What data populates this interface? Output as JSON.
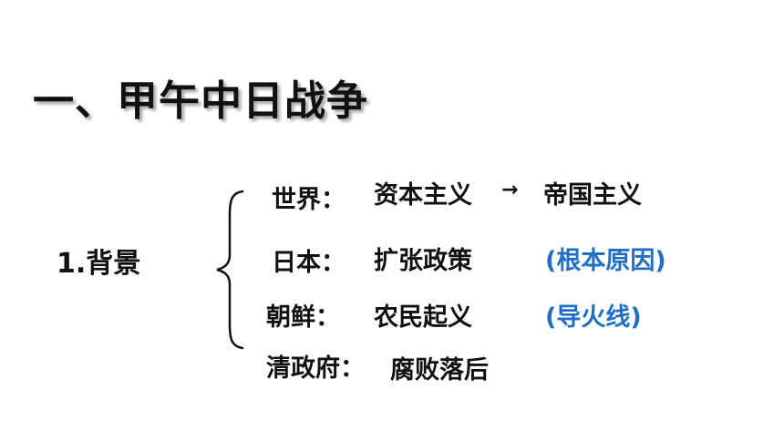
{
  "slide": {
    "title": "一、甲午中日战争",
    "section": {
      "label": "1.背景",
      "rows": [
        {
          "label": "世界：",
          "value": "资本主义",
          "arrow": "→",
          "value2": "帝国主义",
          "note": ""
        },
        {
          "label": "日本：",
          "value": "扩张政策",
          "note": "(根本原因)"
        },
        {
          "label": "朝鲜：",
          "value": "农民起义",
          "note": "(导火线)"
        },
        {
          "label": "清政府：",
          "value": "腐败落后",
          "note": ""
        }
      ]
    },
    "colors": {
      "text": "#111111",
      "note": "#1f6fc5",
      "background": "#ffffff"
    }
  }
}
